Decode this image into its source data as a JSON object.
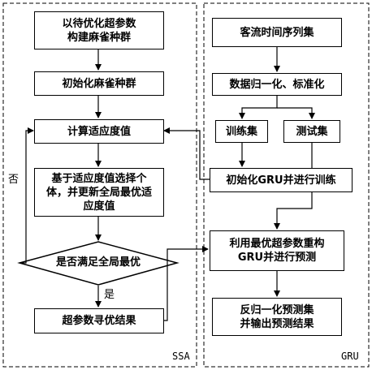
{
  "panels": {
    "left_label": "SSA",
    "right_label": "GRU"
  },
  "ssa": {
    "init_params": "以待优化超参数\n构建麻雀种群",
    "init_population": "初始化麻雀种群",
    "compute_fitness": "计算适应度值",
    "select_update": "基于适应度值选择个\n体，并更新全局最优适\n应度值",
    "decision": "是否满足全局最优",
    "no_label": "否",
    "yes_label": "是",
    "result": "超参数寻优结果"
  },
  "gru": {
    "time_series": "客流时间序列集",
    "normalize": "数据归一化、标准化",
    "train_set": "训练集",
    "test_set": "测试集",
    "init_train": "初始化GRU并进行训练",
    "rebuild_predict": "利用最优超参数重构\nGRU并进行预测",
    "output": "反归一化预测集\n并输出预测结果"
  }
}
